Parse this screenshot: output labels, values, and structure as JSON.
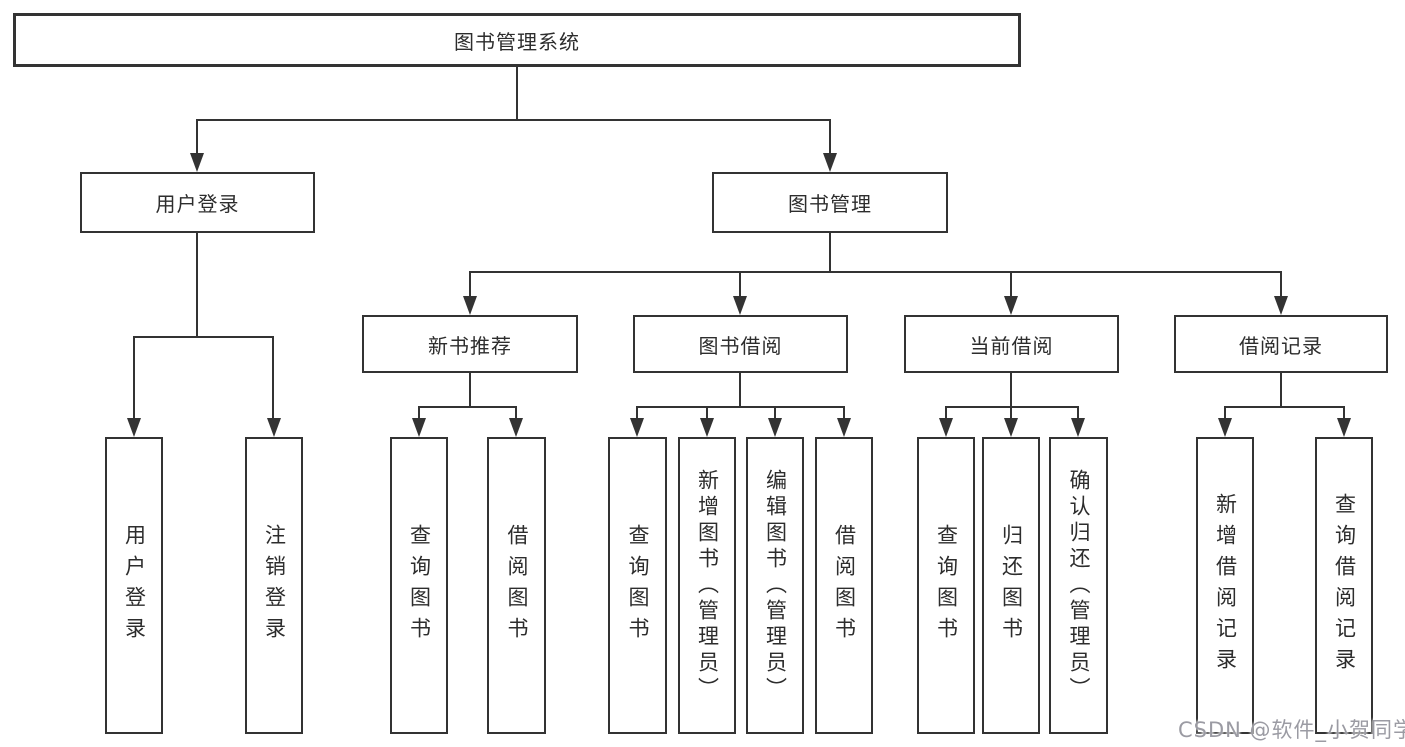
{
  "colors": {
    "line": "#333333",
    "box_border": "#333333",
    "box_background": "#ffffff",
    "text": "#2d2d2d",
    "watermark": "#9b9ba3"
  },
  "tree": {
    "root": {
      "label": "图书管理系统"
    },
    "children": [
      {
        "label": "用户登录",
        "children": [
          {
            "label": "用户登录"
          },
          {
            "label": "注销登录"
          }
        ]
      },
      {
        "label": "图书管理",
        "children": [
          {
            "label": "新书推荐",
            "children": [
              {
                "label": "查询图书"
              },
              {
                "label": "借阅图书"
              }
            ]
          },
          {
            "label": "图书借阅",
            "children": [
              {
                "label": "查询图书"
              },
              {
                "label": "新增图书（管理员）"
              },
              {
                "label": "编辑图书（管理员）"
              },
              {
                "label": "借阅图书"
              }
            ]
          },
          {
            "label": "当前借阅",
            "children": [
              {
                "label": "查询图书"
              },
              {
                "label": "归还图书"
              },
              {
                "label": "确认归还（管理员）"
              }
            ]
          },
          {
            "label": "借阅记录",
            "children": [
              {
                "label": "新增借阅记录"
              },
              {
                "label": "查询借阅记录"
              }
            ]
          }
        ]
      }
    ]
  },
  "watermark": {
    "text": "CSDN @软件_小贺同学"
  }
}
